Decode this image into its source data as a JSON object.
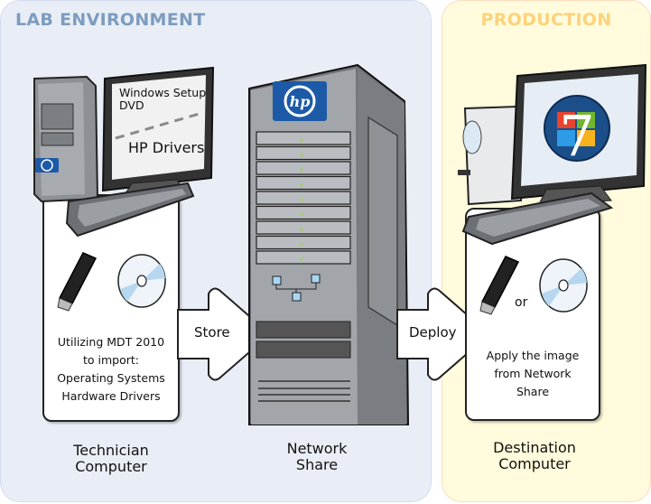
{
  "sections": {
    "lab": {
      "title": "LAB ENVIRONMENT",
      "color": "#7c9cbf",
      "background": "#e9eef6"
    },
    "production": {
      "title": "PRODUCTION",
      "color": "#fcd27c",
      "background": "#fffbdc"
    }
  },
  "technician": {
    "screen_line1": "Windows Setup",
    "screen_line2": "DVD",
    "screen_line3": "HP Drivers",
    "card_lines": [
      "Utilizing MDT 2010",
      "to import:",
      "Operating Systems",
      "Hardware Drivers"
    ],
    "caption_line1": "Technician",
    "caption_line2": "Computer",
    "logo": "hp"
  },
  "server": {
    "logo": "hp",
    "caption_line1": "Network",
    "caption_line2": "Share"
  },
  "arrows": {
    "store": "Store",
    "deploy": "Deploy"
  },
  "destination": {
    "screen_logo": "7",
    "or_label": "or",
    "card_lines": [
      "Apply the image",
      "from Network",
      "Share"
    ],
    "caption_line1": "Destination",
    "caption_line2": "Computer"
  },
  "icons": {
    "usb": "usb-drive-icon",
    "disc": "cd-disc-icon",
    "computer": "desktop-computer-icon",
    "server": "server-tower-icon",
    "network": "network-icon",
    "windows7": "windows-7-logo-icon"
  }
}
